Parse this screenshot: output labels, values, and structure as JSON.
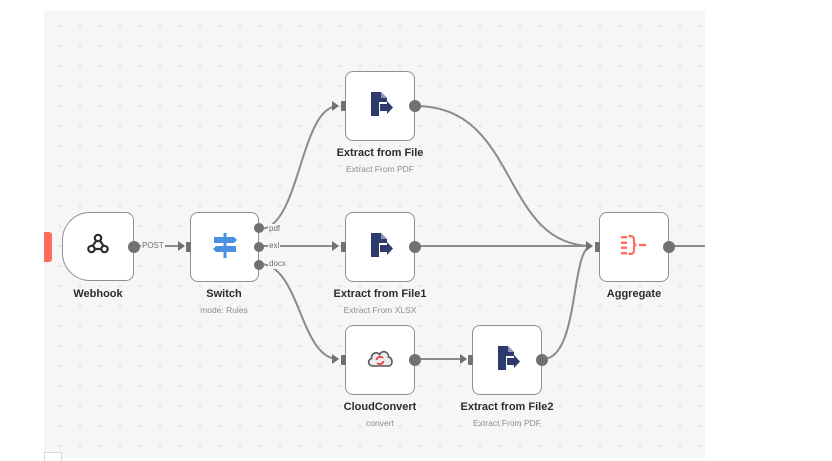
{
  "colors": {
    "canvas_bg": "#f6f6f7",
    "wire": "#8a8a8f",
    "node_border": "#8f8f96",
    "extract_icon": "#2e3a6b",
    "switch_icon": "#4a90e2",
    "aggregate_icon": "#ff6d5a",
    "trigger_tab": "#ff6d5a"
  },
  "nodes": {
    "webhook": {
      "title": "Webhook",
      "icon": "webhook-icon"
    },
    "switch": {
      "title": "Switch",
      "subtitle": "mode: Rules",
      "icon": "signpost-icon",
      "outputs": [
        "pdf",
        "exl",
        "docx"
      ]
    },
    "extract1": {
      "title": "Extract from File",
      "subtitle": "Extract From PDF",
      "icon": "file-extract-icon"
    },
    "extract2": {
      "title": "Extract from File1",
      "subtitle": "Extract From XLSX",
      "icon": "file-extract-icon"
    },
    "cloudconvert": {
      "title": "CloudConvert",
      "subtitle": "convert",
      "icon": "cloud-convert-icon"
    },
    "extract3": {
      "title": "Extract from File2",
      "subtitle": "Extract From PDF",
      "icon": "file-extract-icon"
    },
    "aggregate": {
      "title": "Aggregate",
      "icon": "aggregate-icon"
    }
  },
  "connections": {
    "webhook_label": "POST"
  }
}
